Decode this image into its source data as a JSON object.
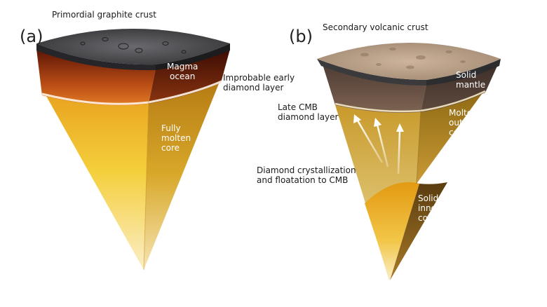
{
  "panel_a": {
    "tag": "(a)",
    "crust_label": "Primordial graphite crust",
    "magma_label": [
      "Magma",
      "ocean"
    ],
    "diamond_label": [
      "Improbable early",
      "diamond layer"
    ],
    "core_label": [
      "Fully",
      "molten",
      "core"
    ]
  },
  "panel_b": {
    "tag": "(b)",
    "crust_label": "Secondary volcanic crust",
    "mantle_label": [
      "Solid",
      "mantle"
    ],
    "cmb_label": [
      "Late CMB",
      "diamond layer"
    ],
    "outer_label": [
      "Molten",
      "outer",
      "core"
    ],
    "crystal_label": [
      "Diamond crystallization",
      "and floatation to CMB"
    ],
    "inner_label": [
      "Solid",
      "inner",
      "core"
    ]
  },
  "colors": {
    "graphite": "#3a3a3c",
    "magma": "#8a2a10",
    "molten_core": "#f2c12e",
    "volcanic_crust": "#b59a82",
    "mantle": "#6b5448",
    "outer_core": "#c9a648",
    "inner_core": "#e2a21c"
  }
}
